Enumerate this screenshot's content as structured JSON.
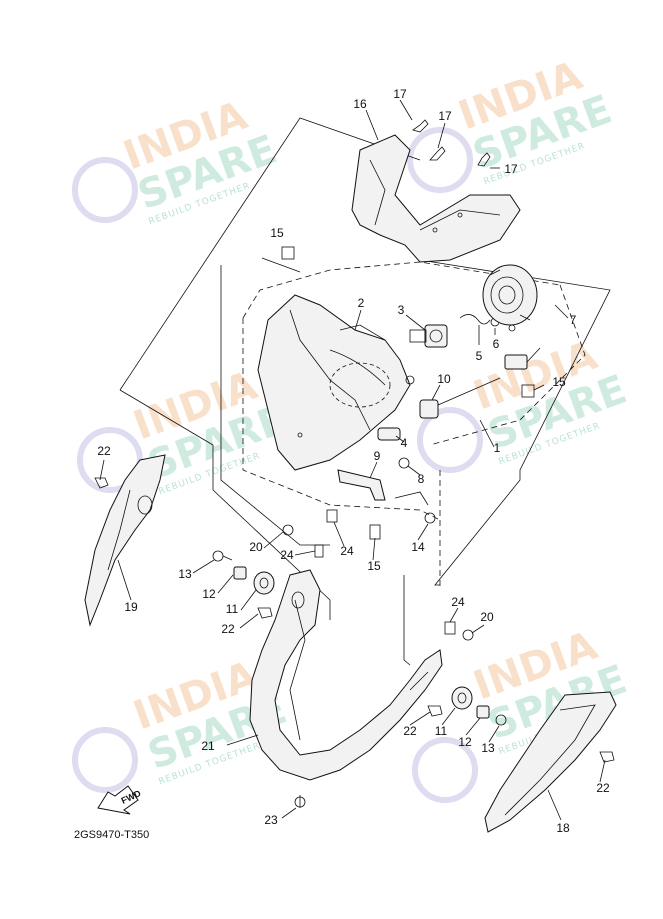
{
  "diagram": {
    "code": "2GS9470-T350",
    "fwd_label": "FWD"
  },
  "watermark": {
    "line1": "INDIA",
    "line2": "SPARE",
    "tagline": "REBUILD TOGETHER"
  },
  "callouts": [
    "16",
    "17",
    "17",
    "17",
    "15",
    "2",
    "3",
    "7",
    "6",
    "5",
    "10",
    "15",
    "1",
    "4",
    "9",
    "8",
    "14",
    "24",
    "15",
    "22",
    "19",
    "20",
    "24",
    "13",
    "12",
    "11",
    "22",
    "24",
    "20",
    "21",
    "22",
    "11",
    "12",
    "13",
    "22",
    "18",
    "23"
  ],
  "colors": {
    "line": "#111111",
    "watermark_orange": "#f5c7a0",
    "watermark_green": "#a8dcc5",
    "watermark_purple": "#c9c3e6"
  }
}
